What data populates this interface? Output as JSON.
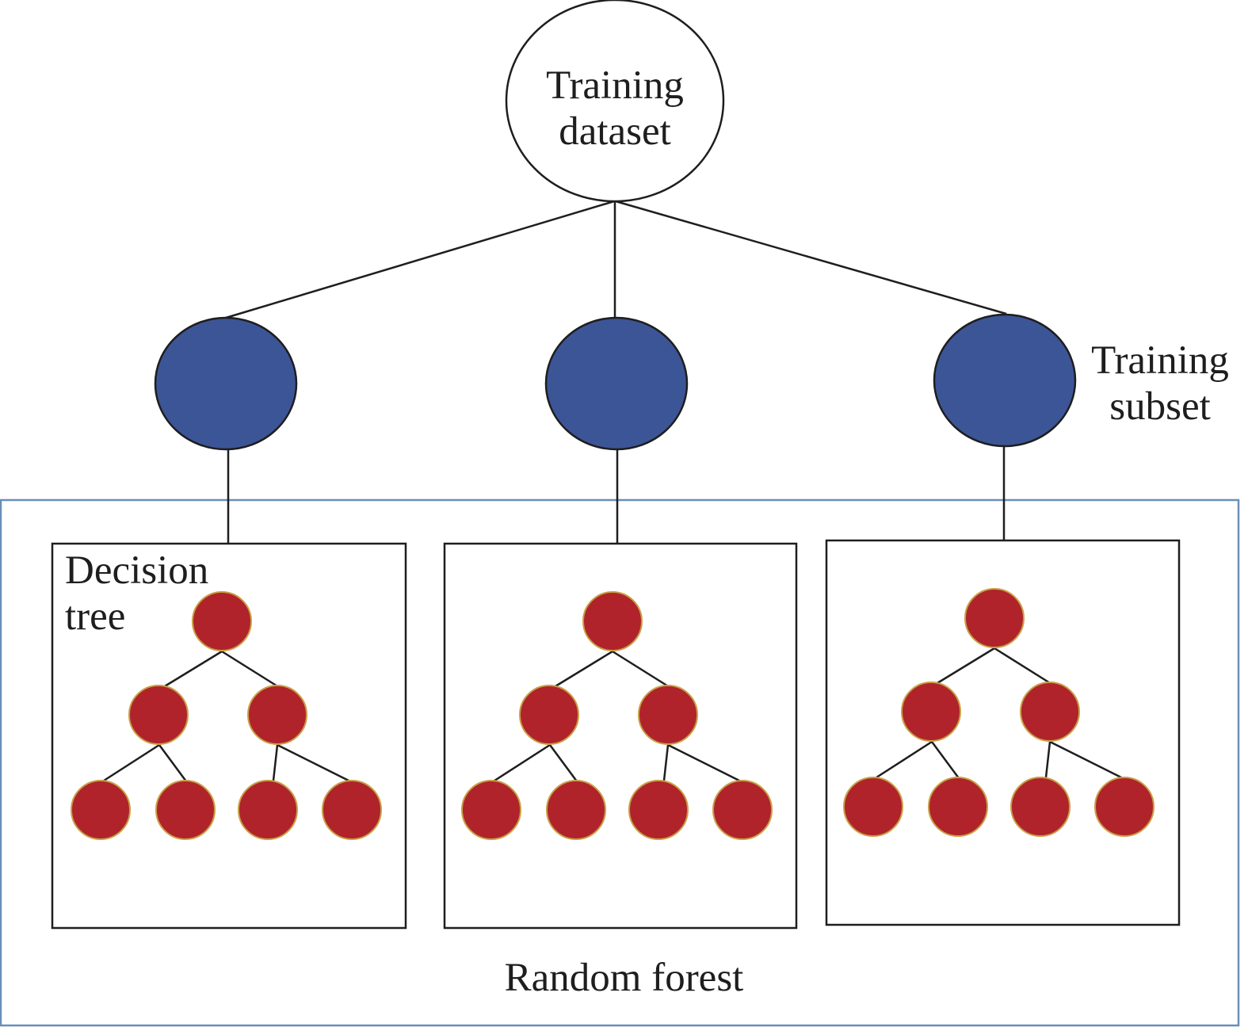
{
  "root": {
    "label_line1": "Training",
    "label_line2": "dataset"
  },
  "subsets": {
    "label_line1": "Training",
    "label_line2": "subset"
  },
  "tree": {
    "label_line1": "Decision",
    "label_line2": "tree"
  },
  "forest": {
    "label": "Random forest"
  },
  "colors": {
    "root_fill": "#ffffff",
    "subset_fill": "#3c5597",
    "tree_node_fill": "#b0232a",
    "tree_node_stroke": "#c8a046",
    "forest_border": "#6a8fb8",
    "line": "#1e1e1e"
  }
}
